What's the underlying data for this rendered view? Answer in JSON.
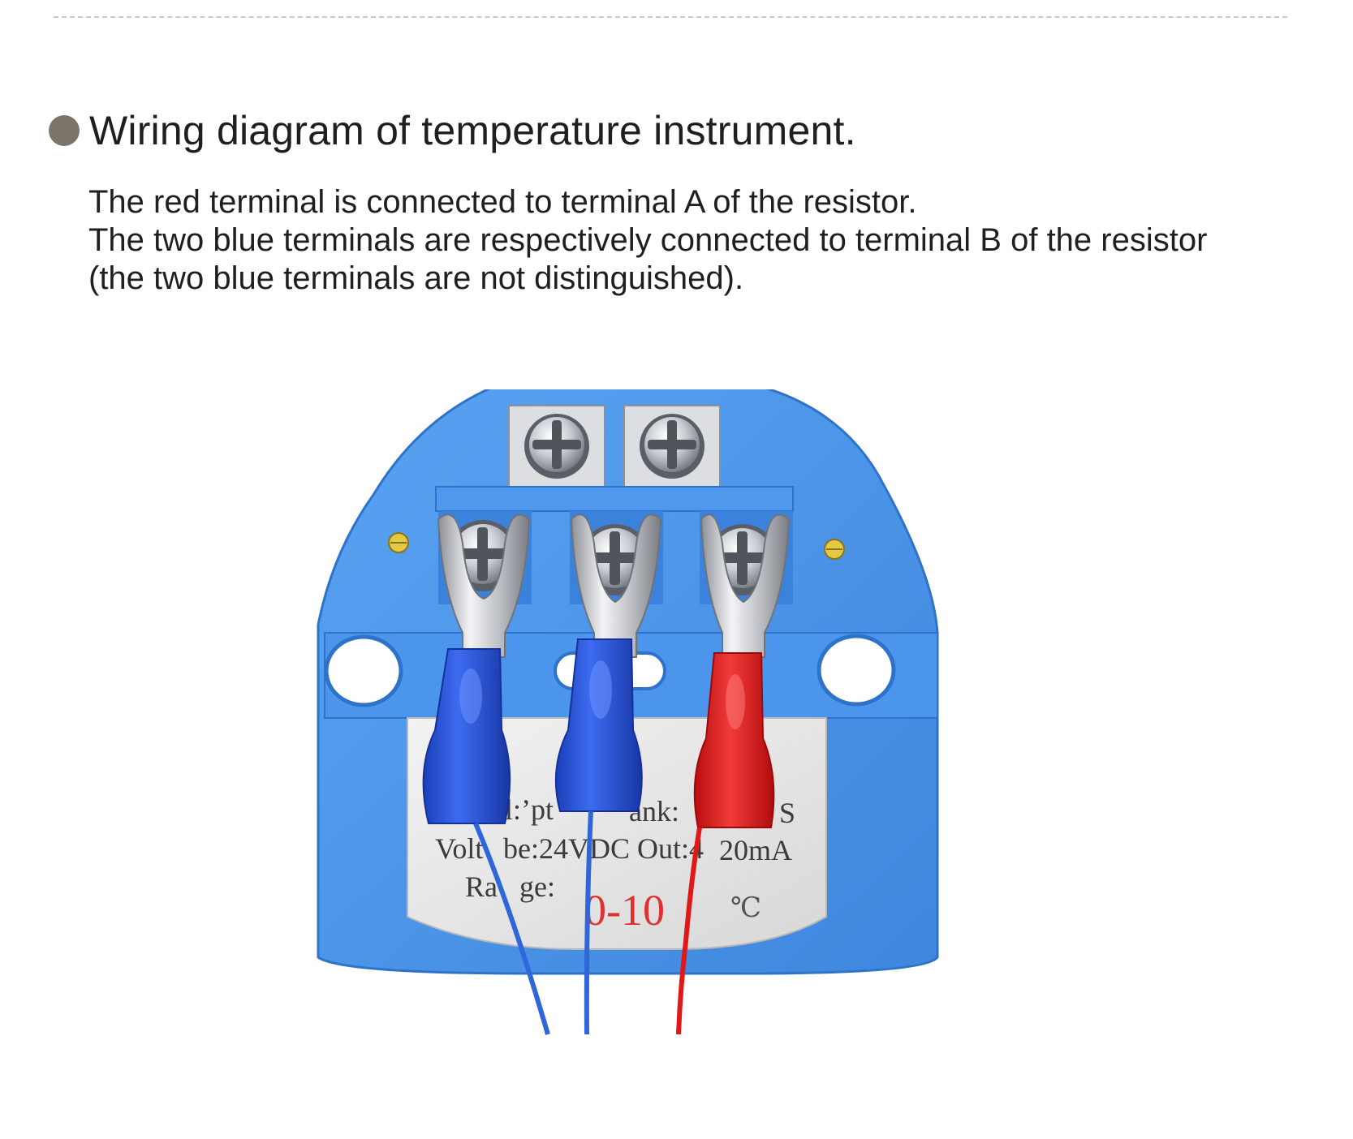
{
  "heading": {
    "text": "Wiring diagram of temperature instrument."
  },
  "description": {
    "line1": "The red terminal is connected to terminal A of the resistor.",
    "line2": "The two blue terminals are respectively connected to terminal B of the resistor",
    "line3": "(the two blue terminals are not distinguished)."
  },
  "device": {
    "label_line1_left": "l:’pt",
    "label_line1_mid": "ank:",
    "label_line1_right": "S",
    "label_line2_left": "Volt",
    "label_line2_mid1": "be:24V",
    "label_line2_mid2": "DC Out:4",
    "label_line2_right": "20mA",
    "label_line3_left": "Ra",
    "label_line3_mid": "ge:",
    "range_value": "0-10",
    "range_unit": "℃"
  },
  "colors": {
    "bullet": "#7c7466",
    "housing_blue": "#4a93ea",
    "housing_blue_dark": "#2f72c9",
    "terminal_red": "#e01818",
    "terminal_blue": "#1f52d6",
    "label_red": "#e03030"
  }
}
